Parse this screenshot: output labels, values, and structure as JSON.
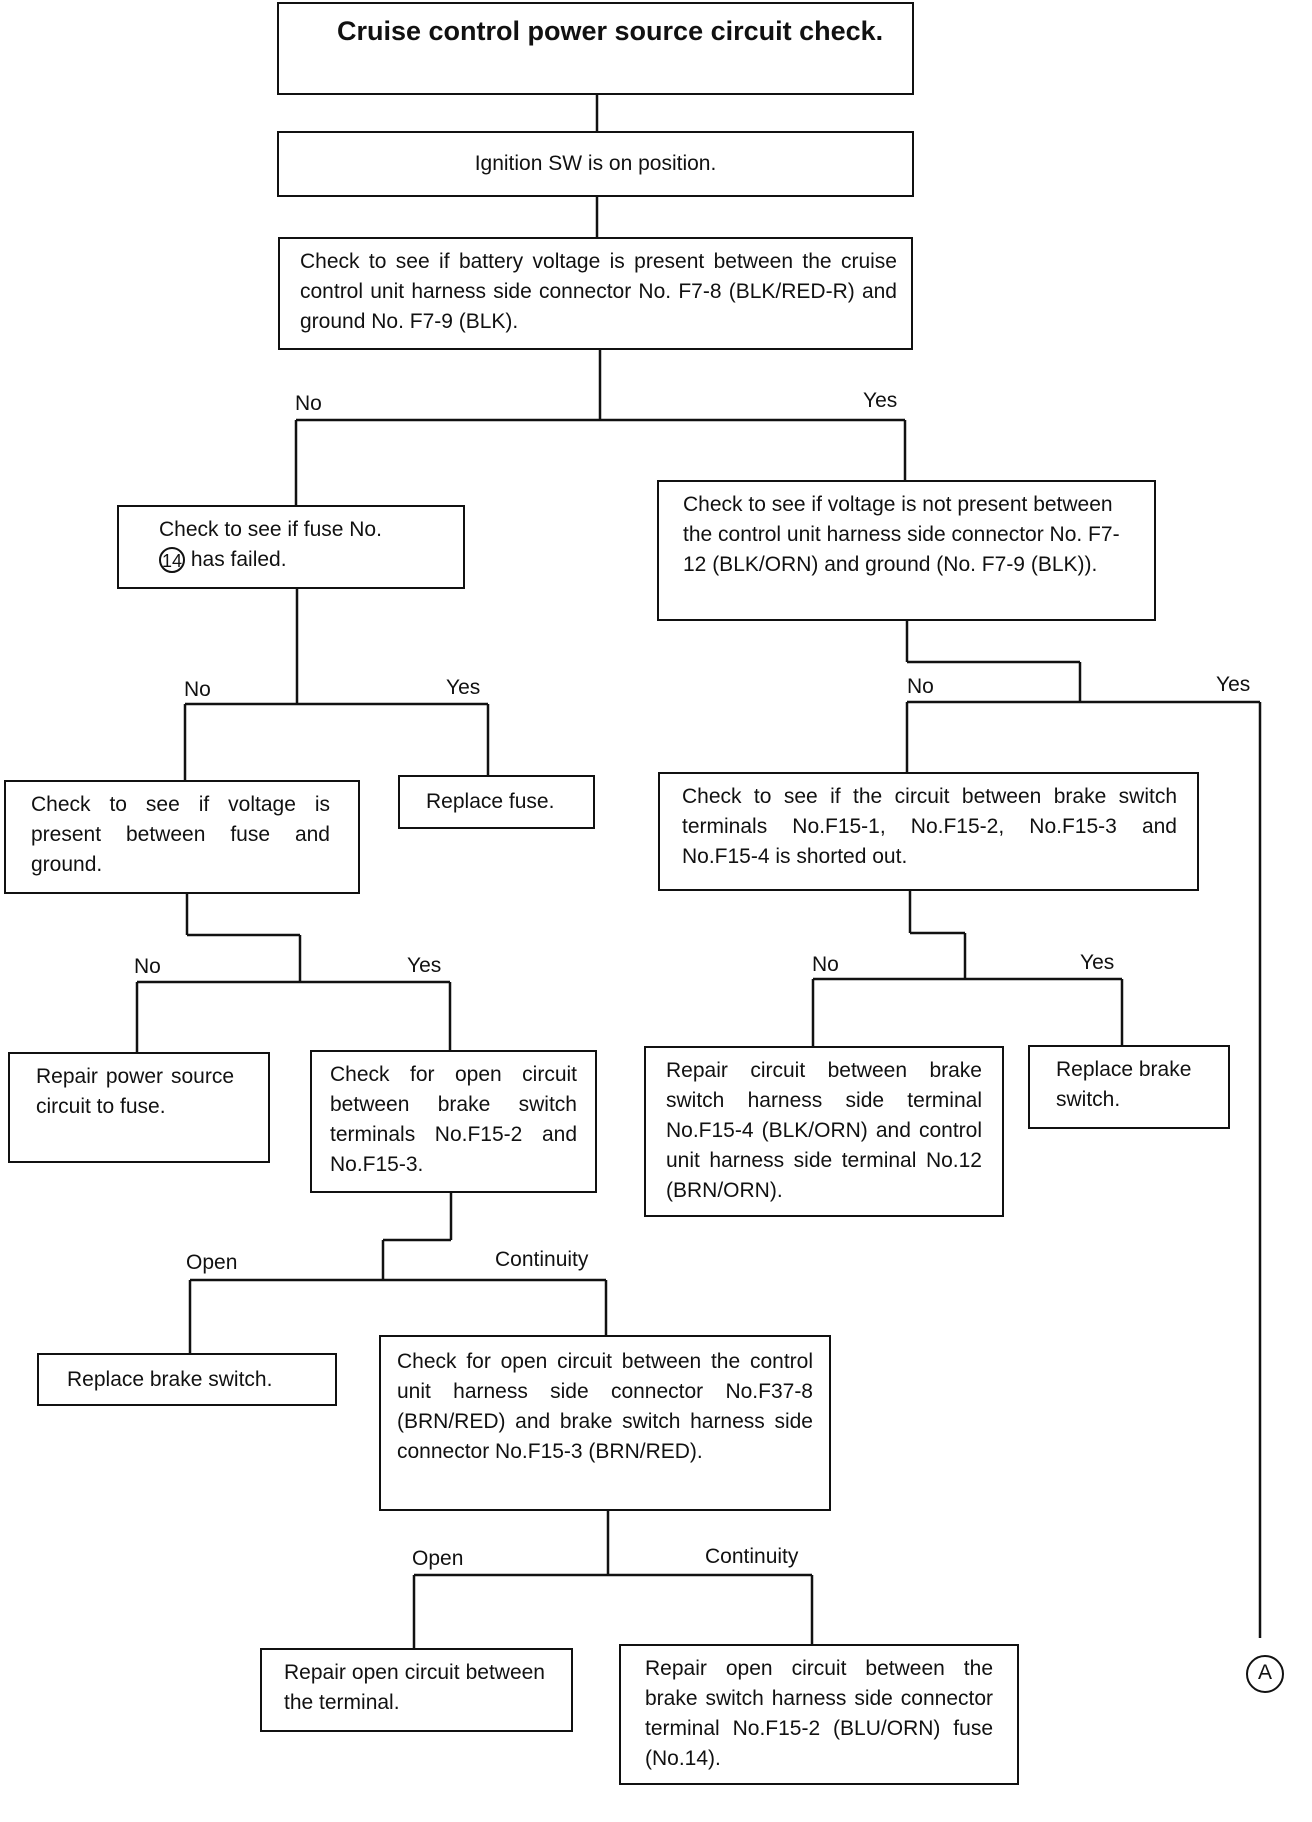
{
  "title": "Cruise control power source circuit check.",
  "steps": {
    "ignition": "Ignition SW is on position.",
    "battery_check": "Check to see if battery voltage is present between the cruise control unit harness side connector No. F7-8 (BLK/RED-R) and ground No. F7-9 (BLK).",
    "fuse_check_pre": "Check to see if fuse No.",
    "fuse_number": "14",
    "fuse_check_post": "has failed.",
    "voltage_not_present_check": "Check to see if voltage is not present between the control unit harness side connector No. F7-12 (BLK/ORN) and ground (No. F7-9 (BLK)).",
    "replace_fuse": "Replace fuse.",
    "voltage_fuse_ground_check": "Check to see if voltage is present between fuse and ground.",
    "brake_short_check": "Check to see if the circuit between brake switch terminals No.F15-1, No.F15-2, No.F15-3 and No.F15-4 is shorted out.",
    "repair_power_source": "Repair power source circuit to fuse.",
    "open_circuit_brake_terminals": "Check for open circuit between brake switch terminals No.F15-2 and No.F15-3.",
    "repair_brake_circuit": "Repair circuit between brake switch harness side terminal No.F15-4 (BLK/ORN) and control unit harness side terminal No.12 (BRN/ORN).",
    "replace_brake_switch_right": "Replace brake switch.",
    "replace_brake_switch_left": "Replace brake switch.",
    "open_circuit_control_unit": "Check for open circuit between the control unit harness side connector No.F37-8 (BRN/RED) and brake switch harness side connector No.F15-3 (BRN/RED).",
    "repair_open_terminal": "Repair open circuit between the terminal.",
    "repair_open_fuse": "Repair open circuit between the brake switch harness side connector terminal No.F15-2 (BLU/ORN) fuse (No.14)."
  },
  "branches": {
    "battery_no": "No",
    "battery_yes": "Yes",
    "fuse_no": "No",
    "fuse_yes": "Yes",
    "notpresent_no": "No",
    "notpresent_yes": "Yes",
    "voltage_no": "No",
    "voltage_yes": "Yes",
    "short_no": "No",
    "short_yes": "Yes",
    "brake_open": "Open",
    "brake_continuity": "Continuity",
    "cu_open": "Open",
    "cu_continuity": "Continuity"
  },
  "connector_label": "A"
}
